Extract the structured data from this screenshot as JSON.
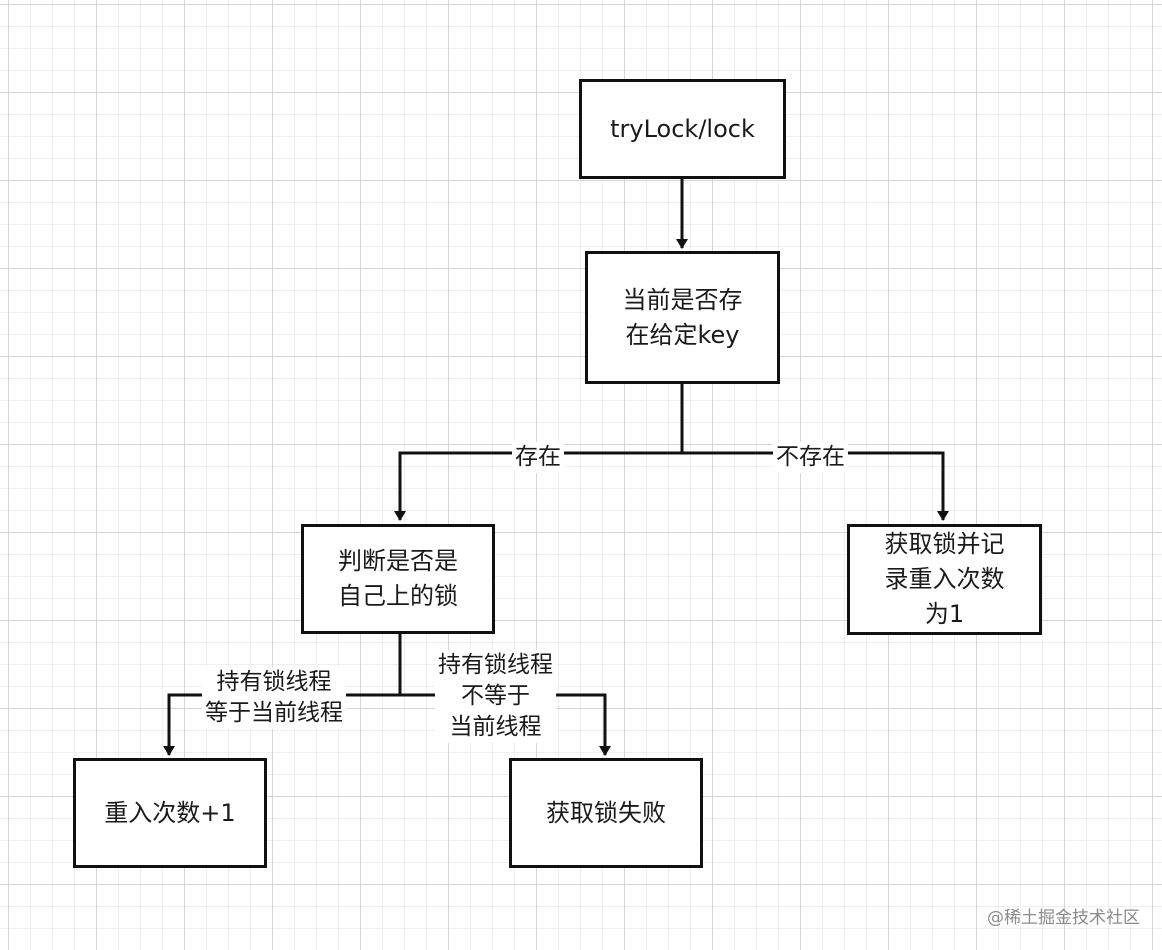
{
  "nodes": {
    "start": "tryLock/lock",
    "check_key": "当前是否存\n在给定key",
    "check_owner": "判断是否是\n自己上的锁",
    "acquire": "获取锁并记\n录重入次数\n为1",
    "reentrant": "重入次数+1",
    "fail": "获取锁失败"
  },
  "edges": {
    "exists": "存在",
    "not_exists": "不存在",
    "same_thread": "持有锁线程\n等于当前线程",
    "other_thread": "持有锁线程\n不等于\n当前线程"
  },
  "watermark": "@稀土掘金技术社区"
}
